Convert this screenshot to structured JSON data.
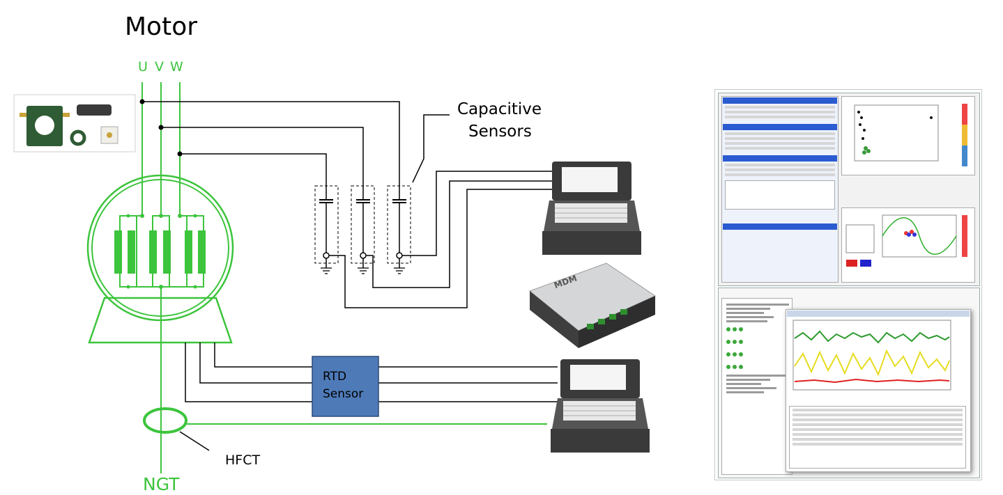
{
  "labels": {
    "motor": "Motor",
    "u": "U",
    "v": "V",
    "w": "W",
    "capacitive_sensors_line1": "Capacitive",
    "capacitive_sensors_line2": "Sensors",
    "rtd_line1": "RTD",
    "rtd_line2": "Sensor",
    "hfct": "HFCT",
    "ngt": "NGT",
    "mdm": "MDM"
  },
  "colors": {
    "phase_green": "#3cc43c",
    "wire": "#000000",
    "rtd_box": "#4e7bb8",
    "device_dark": "#3a3a3a",
    "chart_green_series": "#2e9a2e",
    "chart_yellow_series": "#e6dc1e",
    "chart_red_series": "#e02020"
  },
  "icons": {
    "laptop": "laptop-icon",
    "mdm_box": "mdm-device-icon",
    "sensor_photo": "sensor-hardware-photo",
    "software_screens": "monitoring-software-screenshots"
  }
}
